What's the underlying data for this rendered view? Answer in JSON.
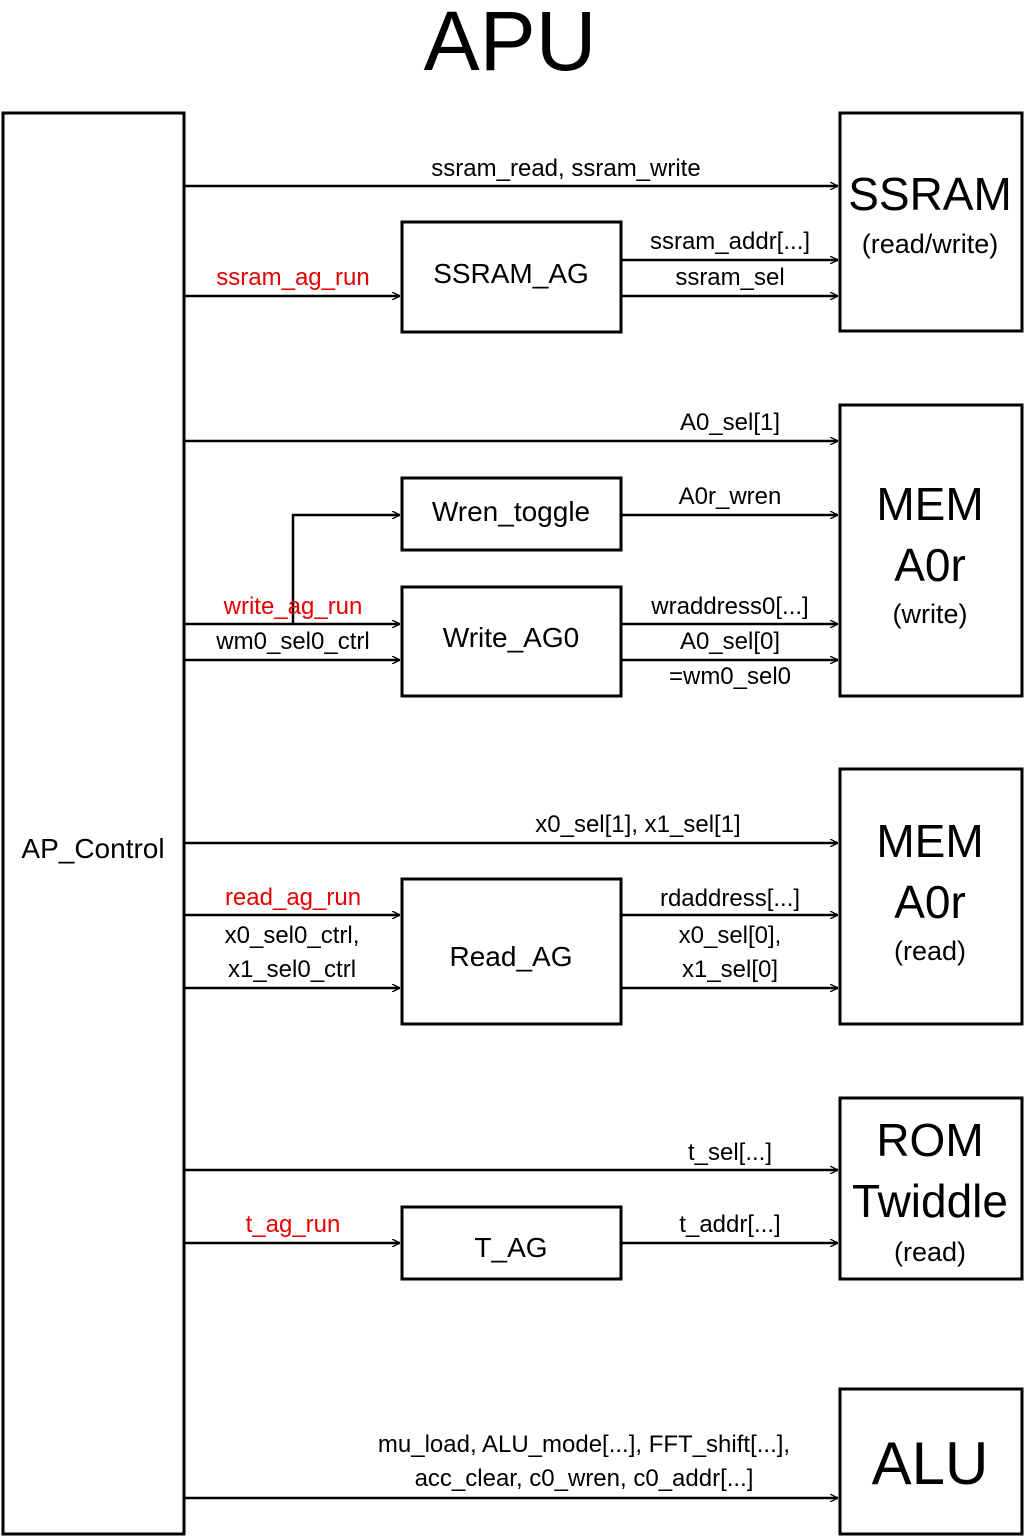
{
  "title": "APU",
  "control": "AP_Control",
  "blocks": {
    "ssram_ag": "SSRAM_AG",
    "wren_toggle": "Wren_toggle",
    "write_ag0": "Write_AG0",
    "read_ag": "Read_AG",
    "t_ag": "T_AG"
  },
  "targets": {
    "ssram": {
      "name": "SSRAM",
      "mode": "(read/write)"
    },
    "mem_write": {
      "line1": "MEM",
      "line2": "A0r",
      "mode": "(write)"
    },
    "mem_read": {
      "line1": "MEM",
      "line2": "A0r",
      "mode": "(read)"
    },
    "rom": {
      "line1": "ROM",
      "line2": "Twiddle",
      "mode": "(read)"
    },
    "alu": {
      "name": "ALU"
    }
  },
  "signals": {
    "ssram_rw": "ssram_read, ssram_write",
    "ssram_ag_run": "ssram_ag_run",
    "ssram_addr": "ssram_addr[...]",
    "ssram_sel": "ssram_sel",
    "a0_sel1": "A0_sel[1]",
    "a0r_wren": "A0r_wren",
    "write_ag_run": "write_ag_run",
    "wm0_sel0_ctrl": "wm0_sel0_ctrl",
    "wraddress0": "wraddress0[...]",
    "a0_sel0": "A0_sel[0]",
    "eq_wm0_sel0": "=wm0_sel0",
    "x_sel1": "x0_sel[1], x1_sel[1]",
    "read_ag_run": "read_ag_run",
    "x0_sel0_ctrl": "x0_sel0_ctrl,",
    "x1_sel0_ctrl": "x1_sel0_ctrl",
    "rdaddress": "rdaddress[...]",
    "x0_sel0": "x0_sel[0],",
    "x1_sel0": "x1_sel[0]",
    "t_sel": "t_sel[...]",
    "t_ag_run": "t_ag_run",
    "t_addr": "t_addr[...]",
    "alu_line1": "mu_load, ALU_mode[...], FFT_shift[...],",
    "alu_line2": "acc_clear, c0_wren, c0_addr[...]"
  },
  "colors": {
    "run_signal": "#e60000",
    "default": "#000000"
  }
}
